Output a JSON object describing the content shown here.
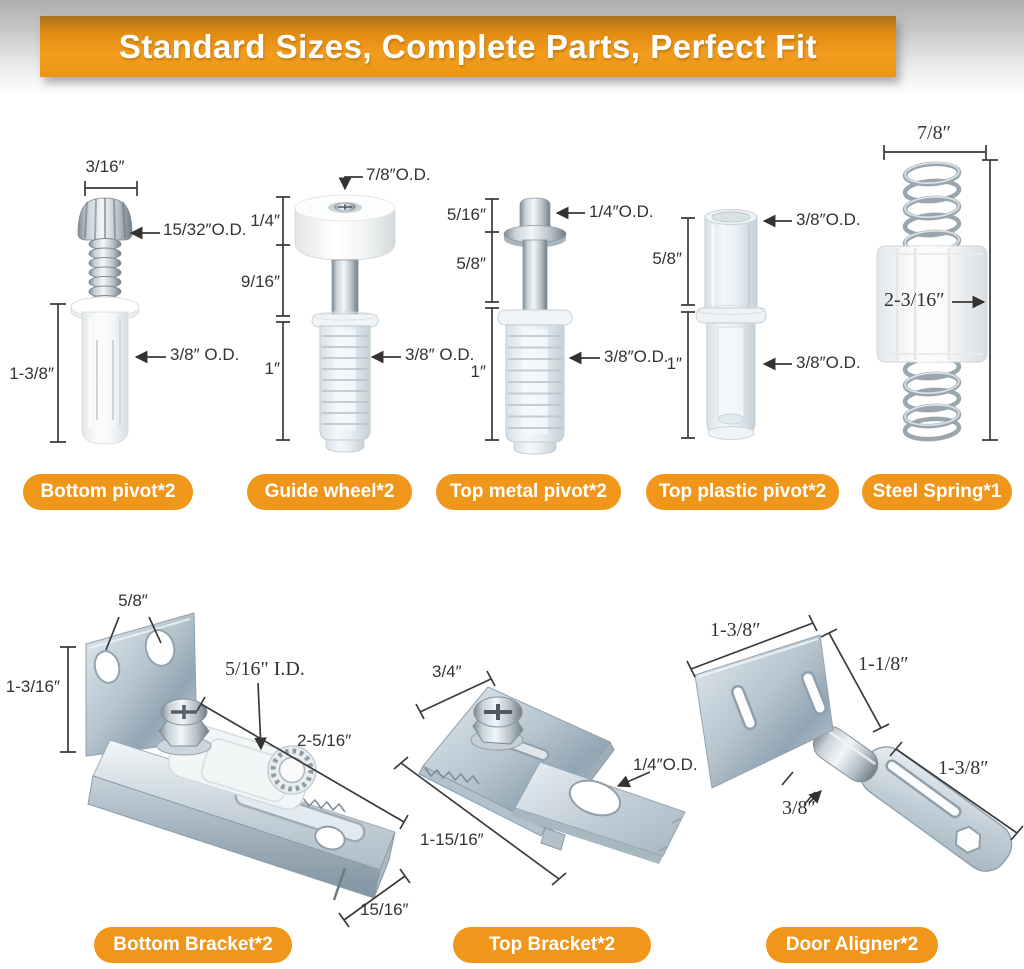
{
  "banner": {
    "title": "Standard Sizes, Complete Parts, Perfect Fit"
  },
  "colors": {
    "accent_orange": "#F0961A",
    "dimension_text": "#333333",
    "banner_text": "#FFFFFF"
  },
  "parts": {
    "bottom_pivot": {
      "label": "Bottom pivot*2",
      "dims": {
        "head_width": "3/16″",
        "head_od": "15/32″O.D.",
        "length": "1-3/8″",
        "body_od": "3/8″ O.D."
      }
    },
    "guide_wheel": {
      "label": "Guide wheel*2",
      "dims": {
        "wheel_od": "7/8″O.D.",
        "seg_quarter": "1/4″",
        "seg_nine_sixteenth": "9/16″",
        "seg_one": "1″",
        "body_od": "3/8″ O.D."
      }
    },
    "top_metal_pivot": {
      "label": "Top metal pivot*2",
      "dims": {
        "seg_five_sixteenth": "5/16″",
        "pin_od": "1/4″O.D.",
        "seg_five_eighth": "5/8″",
        "seg_one": "1″",
        "body_od": "3/8″O.D."
      }
    },
    "top_plastic_pivot": {
      "label": "Top plastic pivot*2",
      "dims": {
        "top_od": "3/8″O.D.",
        "seg_five_eighth": "5/8″",
        "seg_one": "1″",
        "body_od": "3/8″O.D."
      }
    },
    "steel_spring": {
      "label": "Steel Spring*1",
      "dims": {
        "width": "7/8″",
        "length": "2-3/16″"
      }
    },
    "bottom_bracket": {
      "label": "Bottom Bracket*2",
      "dims": {
        "hole_spacing": "5/8″",
        "height": "1-3/16″",
        "socket_id": "5/16\" I.D.",
        "arm_length": "2-5/16″",
        "end_width": "15/16″"
      }
    },
    "top_bracket": {
      "label": "Top Bracket*2",
      "dims": {
        "width": "3/4″",
        "hole_od": "1/4″O.D.",
        "length": "1-15/16″"
      }
    },
    "door_aligner": {
      "label": "Door Aligner*2",
      "dims": {
        "plate_width": "1-3/8″",
        "plate_side": "1-1/8″",
        "bend_offset": "3/8″",
        "tab_length": "1-3/8″"
      }
    }
  }
}
